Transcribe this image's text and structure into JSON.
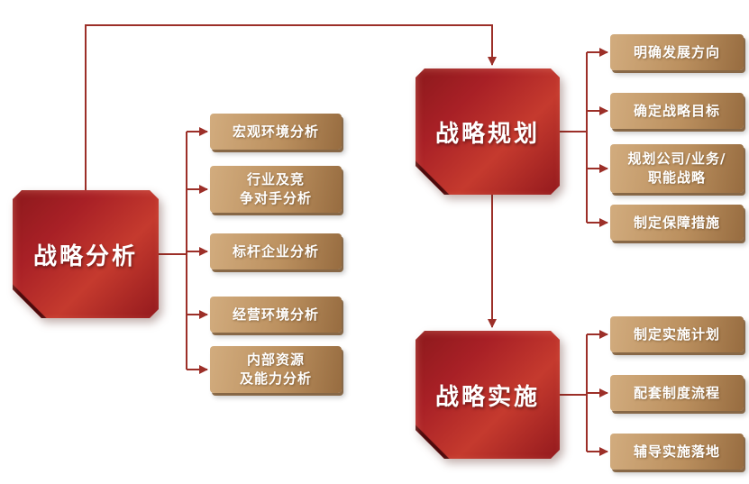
{
  "colors": {
    "stage_box": "#b3262a",
    "item_box": "#b78c5a",
    "connector": "#9c2f28",
    "label_text": "#ffffff"
  },
  "diagram": {
    "stages": [
      {
        "label": "战略分析",
        "items": [
          {
            "label": "宏观环境分析"
          },
          {
            "label": "行业及竞\n争对手分析"
          },
          {
            "label": "标杆企业分析"
          },
          {
            "label": "经营环境分析"
          },
          {
            "label": "内部资源\n及能力分析"
          }
        ]
      },
      {
        "label": "战略规划",
        "items": [
          {
            "label": "明确发展方向"
          },
          {
            "label": "确定战略目标"
          },
          {
            "label": "规划公司/业务/\n职能战略"
          },
          {
            "label": "制定保障措施"
          }
        ]
      },
      {
        "label": "战略实施",
        "items": [
          {
            "label": "制定实施计划"
          },
          {
            "label": "配套制度流程"
          },
          {
            "label": "辅导实施落地"
          }
        ]
      }
    ]
  }
}
